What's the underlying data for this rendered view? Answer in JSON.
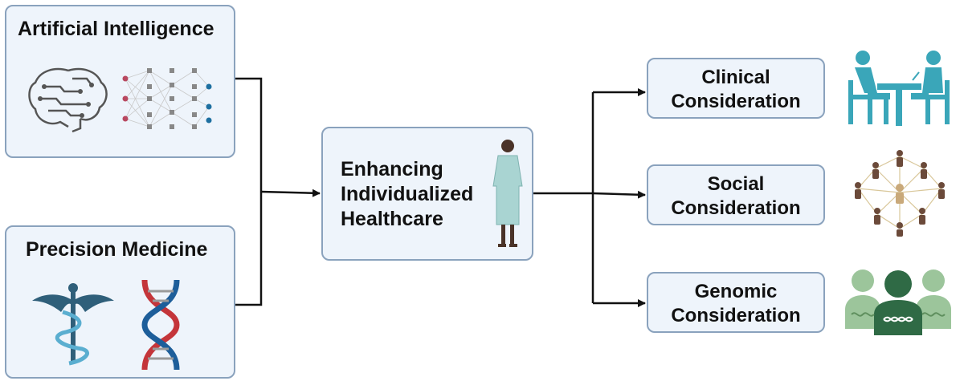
{
  "inputs": {
    "ai": {
      "title": "Artificial Intelligence"
    },
    "pm": {
      "title": "Precision Medicine"
    }
  },
  "center": {
    "lines": [
      "Enhancing",
      "Individualized",
      "Healthcare"
    ]
  },
  "outputs": [
    {
      "lines": [
        "Clinical",
        "Consideration"
      ],
      "icon": "doctor-patient-icon"
    },
    {
      "lines": [
        "Social",
        "Consideration"
      ],
      "icon": "social-network-icon"
    },
    {
      "lines": [
        "Genomic",
        "Consideration"
      ],
      "icon": "genomic-group-icon"
    }
  ],
  "colors": {
    "box_fill": "#eef4fb",
    "box_border": "#8aa2bd",
    "arrow": "#111111",
    "clinical_teal": "#3aa6b9",
    "social_brown": "#6b4a3a",
    "genomic_green": "#4f8a5b"
  }
}
